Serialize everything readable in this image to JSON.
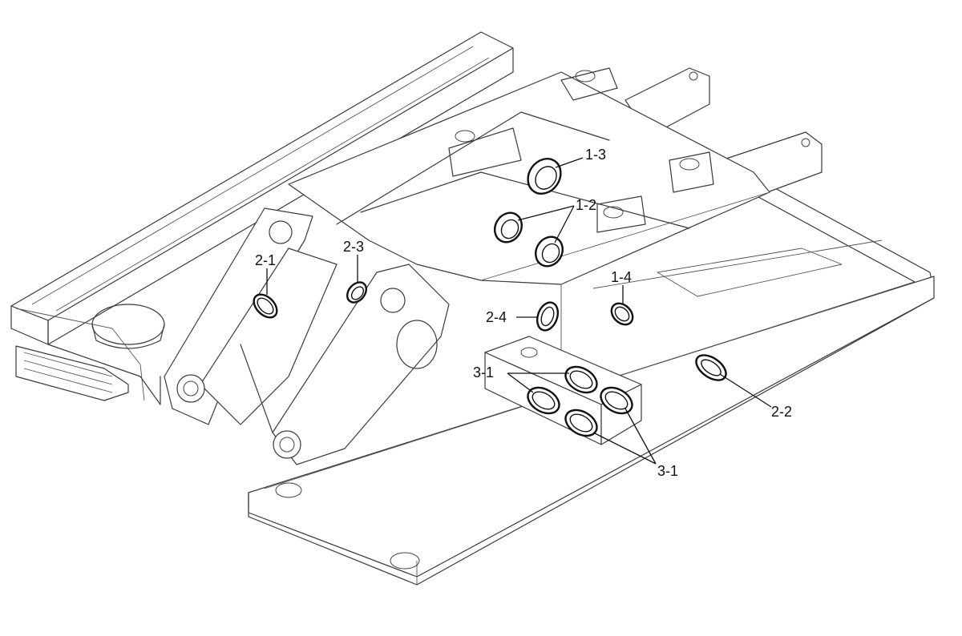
{
  "callouts": {
    "c1_3": "1-3",
    "c1_2": "1-2",
    "c2_3": "2-3",
    "c2_1": "2-1",
    "c1_4": "1-4",
    "c2_4": "2-4",
    "c3_1_upper": "3-1",
    "c3_1_lower": "3-1",
    "c2_2": "2-2"
  }
}
